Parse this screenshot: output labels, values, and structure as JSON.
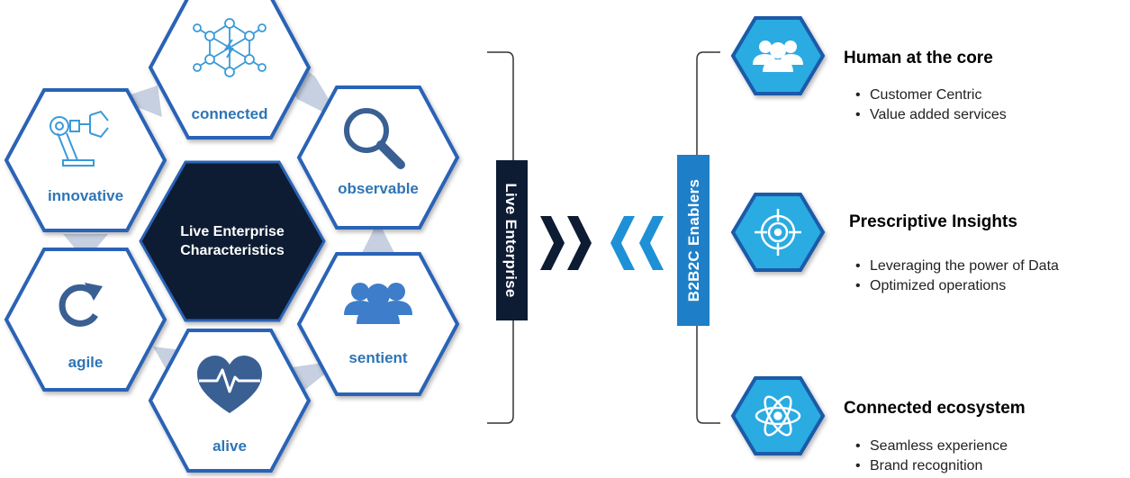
{
  "hexagon_diagram": {
    "center_label_line1": "Live Enterprise",
    "center_label_line2": "Characteristics",
    "characteristics": [
      {
        "label": "connected",
        "icon": "network-graph-icon"
      },
      {
        "label": "observable",
        "icon": "magnifier-icon"
      },
      {
        "label": "sentient",
        "icon": "people-group-icon"
      },
      {
        "label": "alive",
        "icon": "heartbeat-icon"
      },
      {
        "label": "agile",
        "icon": "refresh-arrow-icon"
      },
      {
        "label": "innovative",
        "icon": "robotic-arm-icon"
      }
    ]
  },
  "left_bracket_label": "Live Enterprise",
  "right_bracket_label": "B2B2C Enablers",
  "enablers": [
    {
      "title": "Human at the core",
      "icon": "people-group-icon",
      "bullets": [
        "Customer Centric",
        "Value added services"
      ]
    },
    {
      "title": "Prescriptive Insights",
      "icon": "target-icon",
      "bullets": [
        "Leveraging the power of Data",
        "Optimized operations"
      ]
    },
    {
      "title": "Connected ecosystem",
      "icon": "atom-icon",
      "bullets": [
        "Seamless experience",
        "Brand recognition"
      ]
    }
  ],
  "colors": {
    "navy": "#0d1b33",
    "blue_label": "#2e75b6",
    "hex_border": "#2a63b6",
    "icon_blue": "#3a5f93",
    "enabler_fill": "#29abe2",
    "enabler_border": "#1a5aa8",
    "chevron_navy": "#0d1b33",
    "chevron_blue": "#1e90d6",
    "connector": "#c6d0e0"
  }
}
